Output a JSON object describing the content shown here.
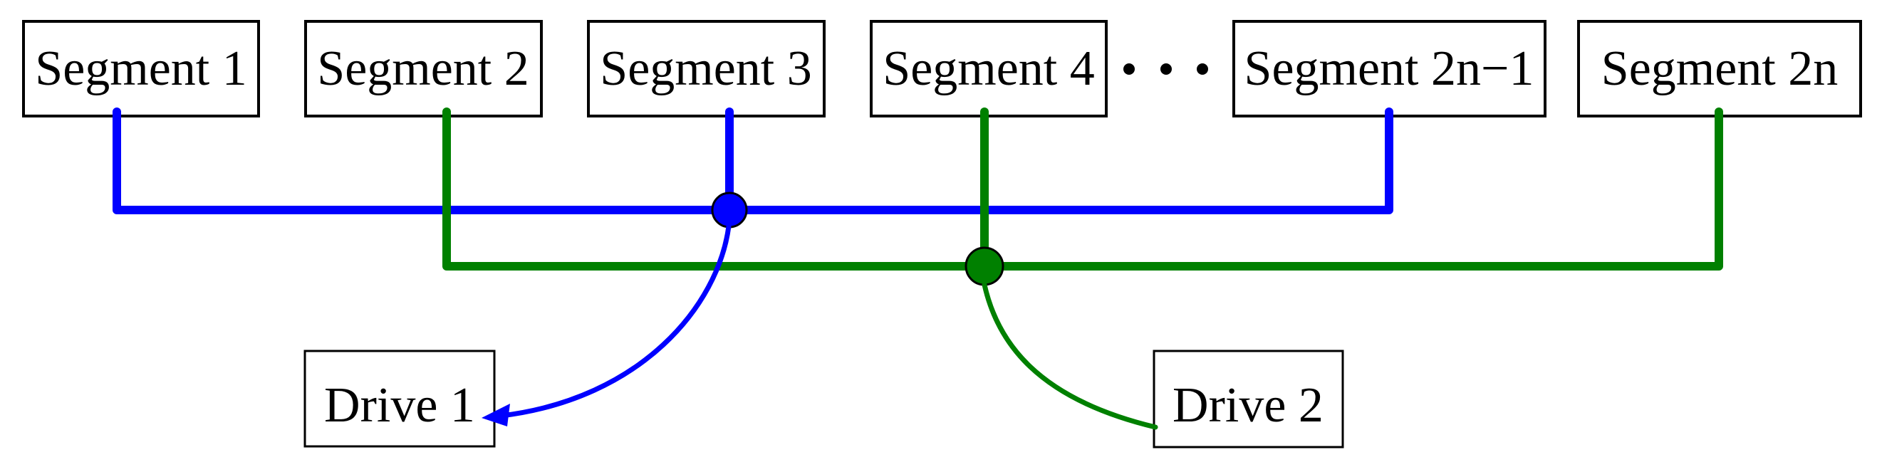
{
  "colors": {
    "background": "#ffffff",
    "box_fill": "#ffffff",
    "outline": "#000000",
    "text": "#000000",
    "drive1_bus": "#0000ff",
    "drive2_bus": "#008000"
  },
  "segments": [
    {
      "label": "Segment 1",
      "bus": "Drive 1"
    },
    {
      "label": "Segment 2",
      "bus": "Drive 2"
    },
    {
      "label": "Segment 3",
      "bus": "Drive 1"
    },
    {
      "label": "Segment 4",
      "bus": "Drive 2"
    },
    {
      "label": "Segment 2n−1",
      "bus": "Drive 1"
    },
    {
      "label": "Segment 2n",
      "bus": "Drive 2"
    }
  ],
  "ellipsis": "· · ·",
  "drives": [
    {
      "label": "Drive 1"
    },
    {
      "label": "Drive 2"
    }
  ]
}
